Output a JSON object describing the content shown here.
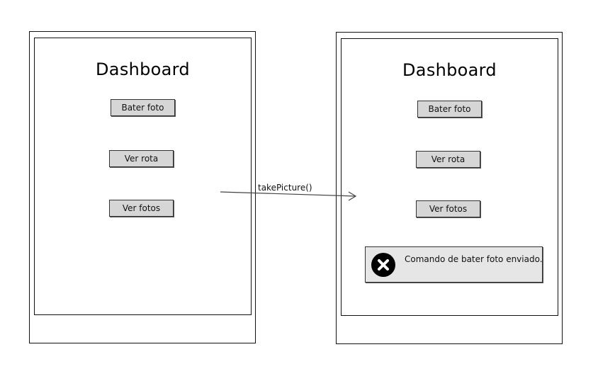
{
  "left_screen": {
    "title": "Dashboard",
    "buttons": [
      "Bater foto",
      "Ver rota",
      "Ver fotos"
    ]
  },
  "transition": {
    "label": "takePicture()"
  },
  "right_screen": {
    "title": "Dashboard",
    "buttons": [
      "Bater foto",
      "Ver rota",
      "Ver fotos"
    ],
    "toast": {
      "message": "Comando de bater foto enviado.",
      "icon": "close-icon"
    }
  }
}
